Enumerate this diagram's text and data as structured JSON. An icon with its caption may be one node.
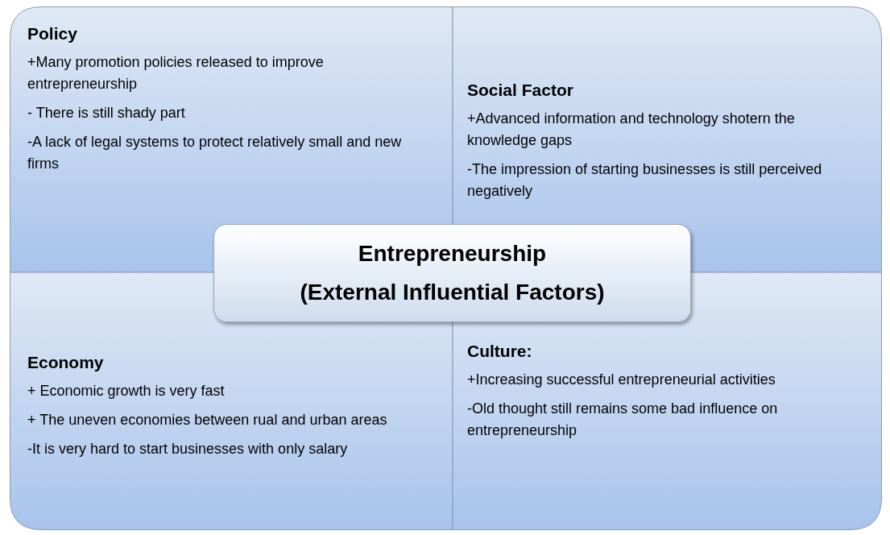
{
  "diagram": {
    "nodes": [
      {
        "text": [
          "Policy",
          "+Many promotion policies released to improve entrepreneurship",
          "- There is still shady part",
          "-A lack of legal systems to protect relatively small and new firms"
        ]
      },
      {
        "text": [
          "Social Factor",
          "+Advanced information and technology shotern the knowledge gaps",
          "-The impression of starting businesses is still perceived negatively"
        ]
      },
      {
        "text": [
          "Entrepreneurship",
          "(External Influential Factors)"
        ]
      },
      {
        "text": [
          "Economy",
          "+ Economic growth is very fast",
          "+ The uneven economies between rual and urban areas",
          "-It is very hard to start businesses with only salary"
        ]
      },
      {
        "text": [
          "Culture:",
          "+Increasing successful entrepreneurial activities",
          "-Old thought still remains some bad influence on entrepreneurship"
        ]
      }
    ]
  }
}
